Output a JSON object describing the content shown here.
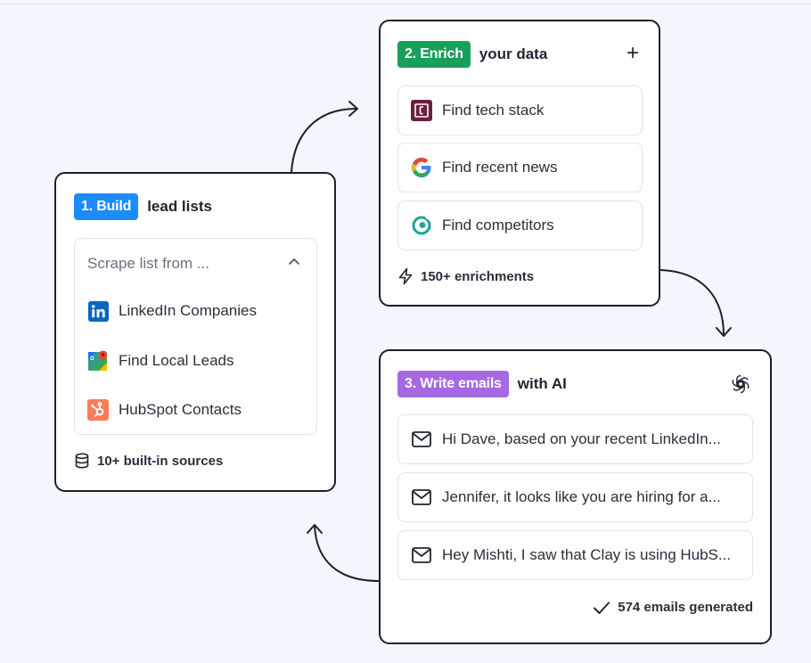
{
  "build": {
    "pill": "1. Build",
    "title": "lead lists",
    "dropdown_label": "Scrape list from ...",
    "sources": [
      {
        "label": "LinkedIn Companies",
        "icon": "linkedin-icon"
      },
      {
        "label": "Find Local Leads",
        "icon": "google-maps-icon"
      },
      {
        "label": "HubSpot Contacts",
        "icon": "hubspot-icon"
      }
    ],
    "footer": "10+ built-in sources",
    "color": "#1a8cff"
  },
  "enrich": {
    "pill": "2. Enrich",
    "title": "your data",
    "add": "+",
    "items": [
      {
        "label": "Find tech stack",
        "icon": "tech-stack-icon"
      },
      {
        "label": "Find recent news",
        "icon": "google-icon"
      },
      {
        "label": "Find competitors",
        "icon": "competitors-icon"
      }
    ],
    "footer": "150+ enrichments",
    "color": "#16a05a"
  },
  "write": {
    "pill": "3. Write emails",
    "title": "with AI",
    "emails": [
      "Hi Dave, based on your recent LinkedIn...",
      "Jennifer, it looks like you are hiring for a...",
      "Hey Mishti, I saw that Clay is using HubS..."
    ],
    "footer": "574 emails generated",
    "color": "#a668e3"
  }
}
